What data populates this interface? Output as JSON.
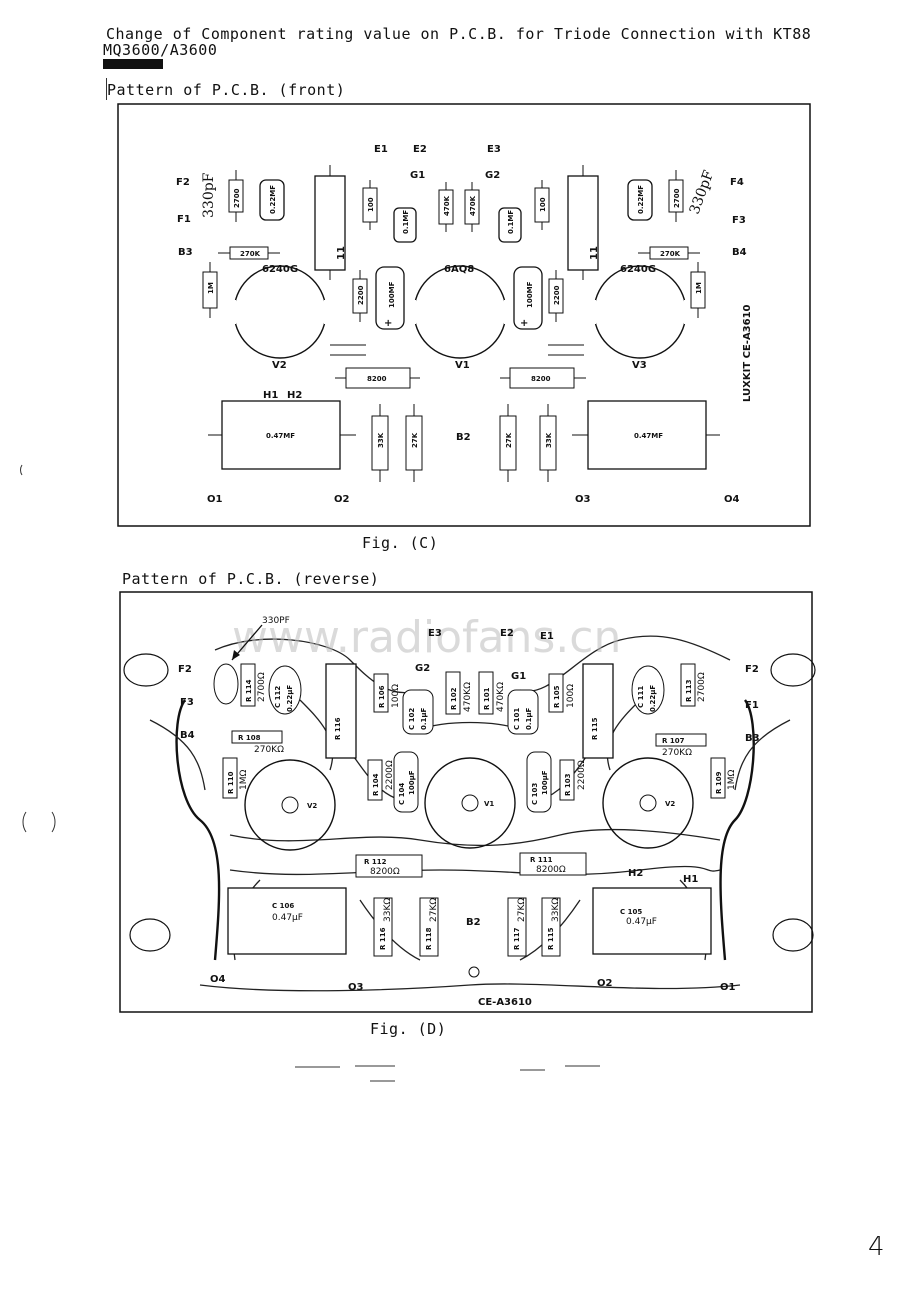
{
  "header": {
    "line1": "Change of Component rating value on P.C.B. for Triode  Connection with KT88",
    "line2": "MQ3600/A3600"
  },
  "figure_c": {
    "section_title": "Pattern of P.C.B. (front)",
    "caption": "Fig. (C)",
    "board_label": "LUXKIT CE-A3610",
    "labels": {
      "e1": "E1",
      "e2": "E2",
      "e3": "E3",
      "g1": "G1",
      "g2": "G2",
      "f1": "F1",
      "f2": "F2",
      "f3": "F3",
      "f4": "F4",
      "b2": "B2",
      "b3": "B3",
      "b4": "B4",
      "h1": "H1",
      "h2": "H2",
      "o1": "O1",
      "o2": "O2",
      "o3": "O3",
      "o4": "O4",
      "v1": "V1",
      "v2": "V2",
      "v3": "V3",
      "tube_left": "6240G",
      "tube_center": "6AQ8",
      "tube_right": "6240G",
      "handwritten_330pf_left": "330pF",
      "handwritten_330pf_right": "330pF"
    },
    "components": {
      "r_2700_left": "2700",
      "c_022_left": "0.22MF",
      "r_100_left": "100",
      "c_01_left": "0.1MF",
      "r_470k_a": "470K",
      "r_470k_b": "470K",
      "c_01_right": "0.1MF",
      "r_100_right": "100",
      "c_022_right": "0.22MF",
      "r_2700_right": "2700",
      "r_270k_left": "270K",
      "r_270k_right": "270K",
      "r_1m_left": "1M",
      "r_1m_right": "1M",
      "r_2200_left": "2200",
      "r_2200_right": "2200",
      "c_100mf_left": "100MF",
      "c_100mf_right": "100MF",
      "r_8200_left": "8200",
      "r_8200_right": "8200",
      "c_047_left": "0.47MF",
      "c_047_right": "0.47MF",
      "r_33k_left": "33K",
      "r_27k_left": "27K",
      "r_27k_right": "27K",
      "r_33k_right": "33K"
    }
  },
  "figure_d": {
    "section_title": "Pattern of P.C.B. (reverse)",
    "caption": "Fig. (D)",
    "board_label": "CE-A3610",
    "annotation": "330PF",
    "labels": {
      "e1": "E1",
      "e2": "E2",
      "e3": "E3",
      "g1": "G1",
      "g2": "G2",
      "f1": "F1",
      "f2": "F2",
      "f3": "F3",
      "b2": "B2",
      "b3": "B3",
      "b4": "B4",
      "h1": "H1",
      "h2": "H2",
      "o1": "O1",
      "o2": "O2",
      "o3": "O3",
      "o4": "O4",
      "v1": "V1",
      "v2": "V2",
      "v3": "V2"
    },
    "components": {
      "r114": "R 114",
      "r114_val": "2700Ω",
      "c112": "C 112",
      "c112_val": "0.22μF",
      "r116": "R 116",
      "r108": "R 108",
      "r108_val": "270KΩ",
      "r110": "R 110",
      "r110_val": "1MΩ",
      "r106": "R 106",
      "r106_val": "100Ω",
      "c102": "C 102",
      "c102_val": "0.1μF",
      "r102": "R 102",
      "r102_val": "470KΩ",
      "r101": "R 101",
      "r101_val": "470KΩ",
      "c101": "C 101",
      "c101_val": "0.1μF",
      "r105": "R 105",
      "r105_val": "100Ω",
      "r115": "R 115",
      "c111": "C 111",
      "c111_val": "0.22μF",
      "r113": "R 113",
      "r113_val": "2700Ω",
      "r107": "R 107",
      "r107_val": "270KΩ",
      "r109": "R 109",
      "r109_val": "1MΩ",
      "r104": "R 104",
      "r104_val": "2200Ω",
      "c104": "C 104",
      "c104_val": "100μF",
      "r103": "R 103",
      "r103_val": "2200Ω",
      "c103": "C 103",
      "c103_val": "100μF",
      "r112": "R 112",
      "r112_val": "8200Ω",
      "r111": "R 111",
      "r111_val": "8200Ω",
      "c106": "C 106",
      "c106_val": "0.47μF",
      "c105": "C 105",
      "c105_val": "0.47μF",
      "r116b": "R 116",
      "r116b_val": "33KΩ",
      "r118": "R 118",
      "r118_val": "27KΩ",
      "r117": "R 117",
      "r117_val": "27KΩ",
      "r115b": "R 115",
      "r115b_val": "33KΩ"
    },
    "watermark": "www.radiofans.cn"
  },
  "page_number": "4"
}
